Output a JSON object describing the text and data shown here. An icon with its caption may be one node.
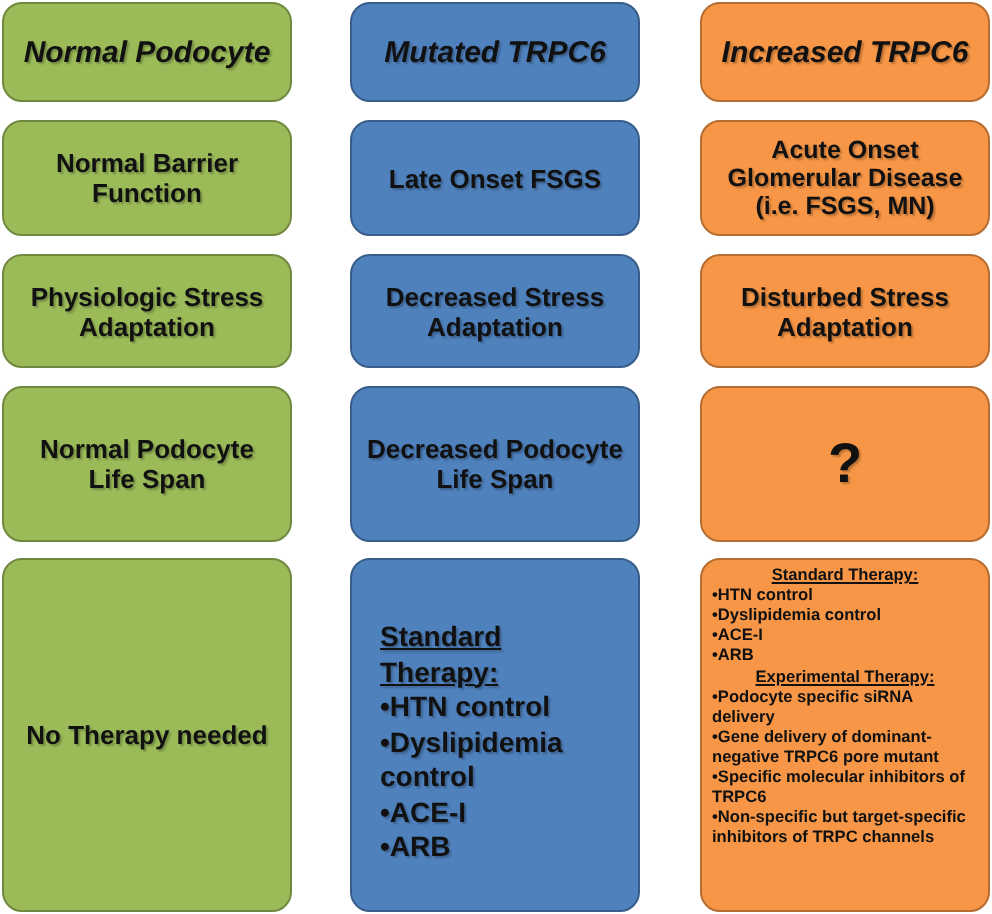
{
  "diagram": {
    "nodes": [
      {
        "text": [
          "Normal Podocyte"
        ]
      },
      {
        "text": [
          "Mutated TRPC6"
        ]
      },
      {
        "text": [
          "Increased TRPC6"
        ]
      },
      {
        "text": [
          "Normal Barrier Function"
        ]
      },
      {
        "text": [
          "Late Onset FSGS"
        ]
      },
      {
        "text": [
          "Acute Onset Glomerular Disease (i.e. FSGS, MN)"
        ]
      },
      {
        "text": [
          "Physiologic Stress Adaptation"
        ]
      },
      {
        "text": [
          "Decreased Stress Adaptation"
        ]
      },
      {
        "text": [
          "Disturbed Stress Adaptation"
        ]
      },
      {
        "text": [
          "Normal Podocyte Life Span"
        ]
      },
      {
        "text": [
          "Decreased Podocyte Life Span"
        ]
      },
      {
        "text": [
          "?"
        ]
      },
      {
        "text": [
          "No Therapy needed"
        ]
      },
      {
        "text": [
          "Standard Therapy:",
          "•HTN control",
          "•Dyslipidemia control",
          "•ACE-I",
          "•ARB"
        ]
      },
      {
        "text": [
          "Standard Therapy:",
          "•HTN control",
          "•Dyslipidemia control",
          "•ACE-I",
          "•ARB",
          "Experimental Therapy:",
          "•Podocyte specific siRNA delivery",
          "•Gene delivery of dominant-negative TRPC6 pore mutant",
          "•Specific molecular inhibitors of TRPC6",
          "•Non-specific but target-specific inhibitors of TRPC channels"
        ]
      }
    ]
  }
}
